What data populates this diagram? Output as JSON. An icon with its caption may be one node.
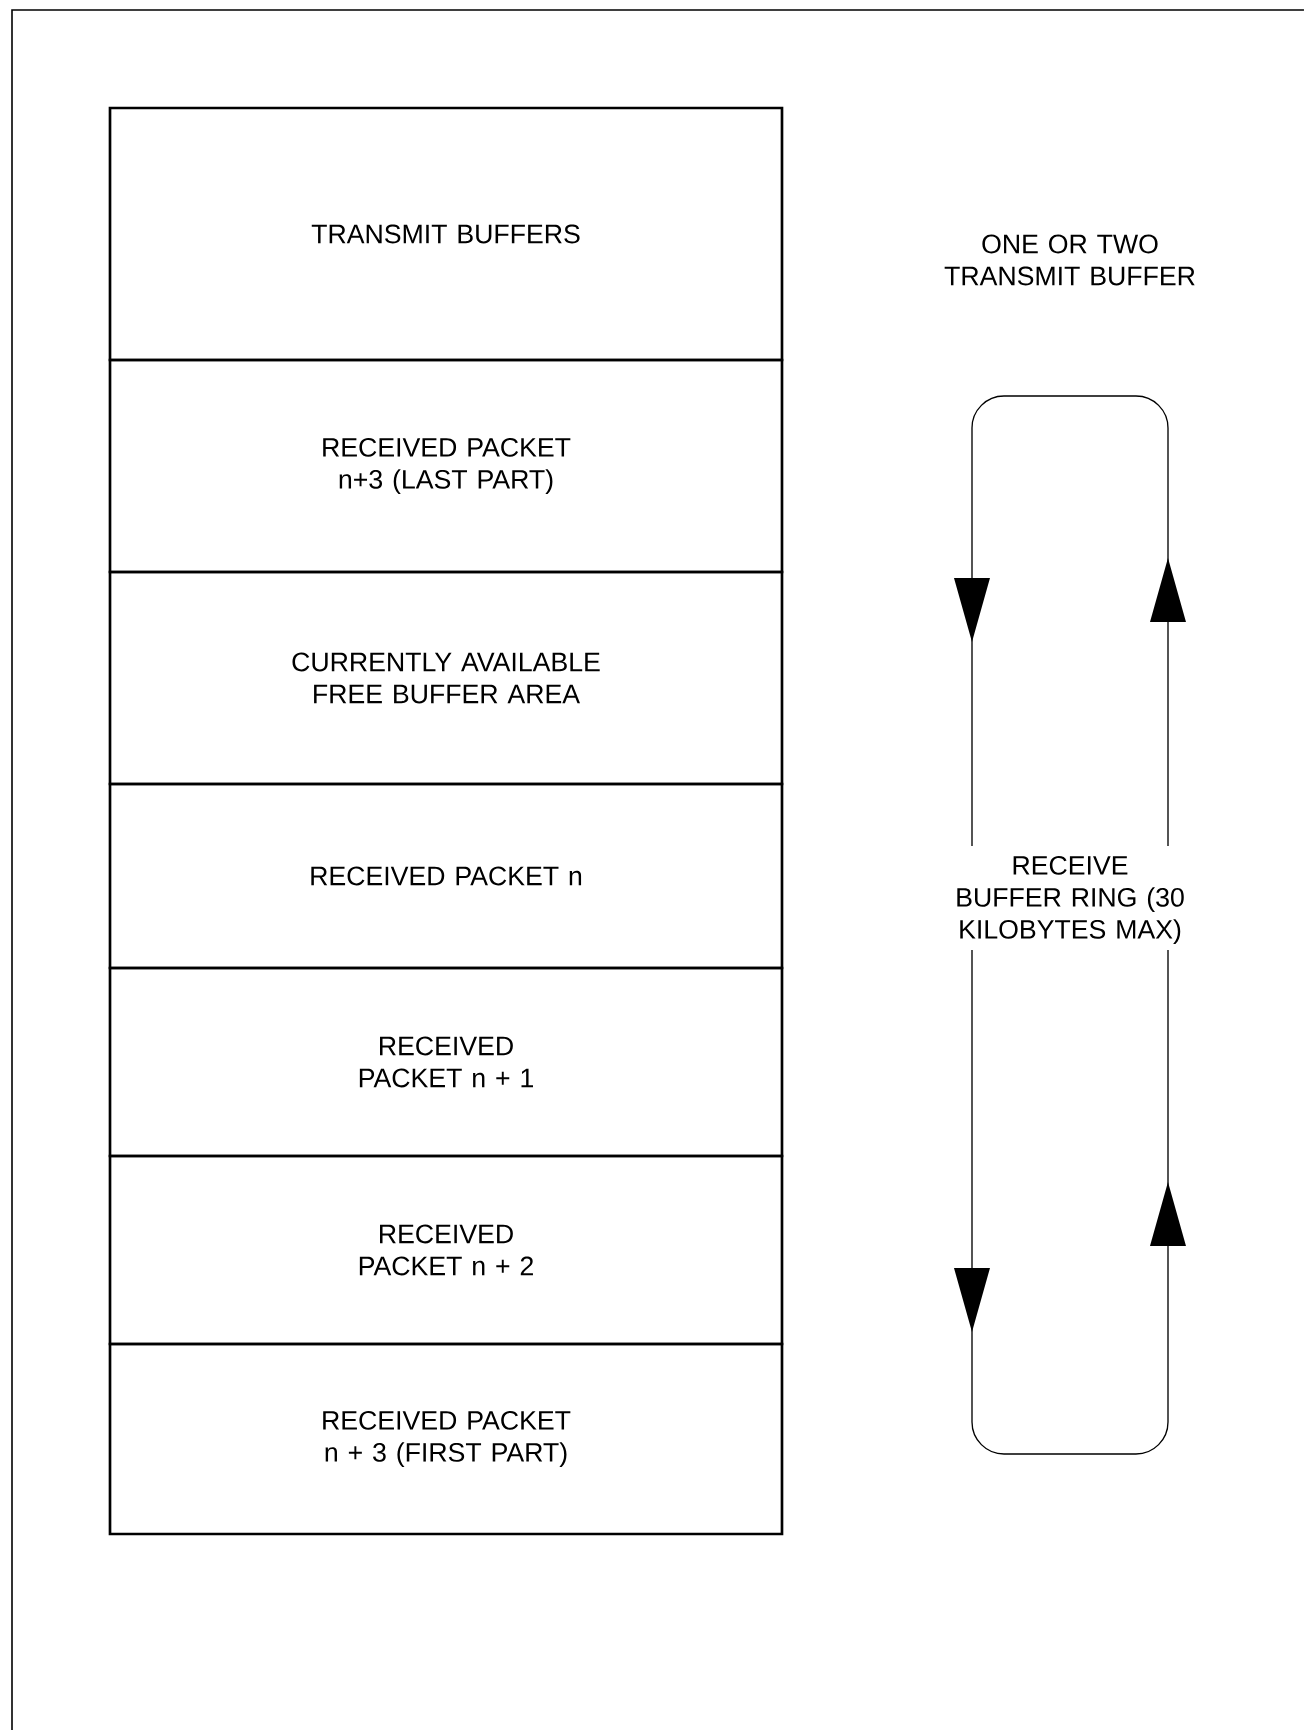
{
  "diagram": {
    "nodes": [
      {
        "text": [
          "TRANSMIT BUFFERS"
        ]
      },
      {
        "text": [
          "RECEIVED PACKET n+3 (LAST PART)"
        ]
      },
      {
        "text": [
          "CURRENTLY AVAILABLE FREE BUFFER AREA"
        ]
      },
      {
        "text": [
          "RECEIVED PACKET n"
        ]
      },
      {
        "text": [
          "RECEIVED PACKET n + 1"
        ]
      },
      {
        "text": [
          "RECEIVED PACKET n + 2"
        ]
      },
      {
        "text": [
          "RECEIVED PACKET n + 3 (FIRST PART)"
        ]
      }
    ],
    "labels": [
      "ONE OR TWO TRANSMIT BUFFER",
      "RECEIVE BUFFER RING (30 KILOBYTES MAX)"
    ]
  }
}
